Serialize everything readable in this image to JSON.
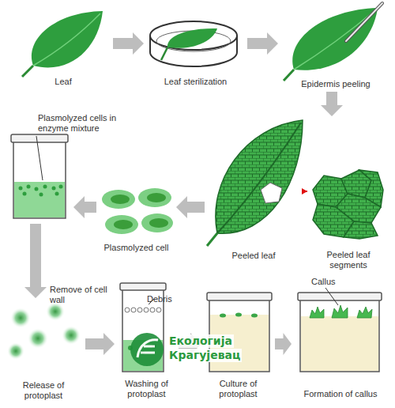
{
  "diagram": {
    "nodes": [
      {
        "text": [
          "Leaf"
        ]
      },
      {
        "text": [
          "Leaf sterilization"
        ]
      },
      {
        "text": [
          "Epidermis peeling"
        ]
      },
      {
        "text": [
          "Peeled leaf"
        ]
      },
      {
        "text": [
          "Peeled leaf segments"
        ]
      },
      {
        "text": [
          "Plasmolyzed cell"
        ]
      },
      {
        "text": [
          "Plasmolyzed cells in enzyme mixture"
        ]
      },
      {
        "text": [
          "Remove of cell wall",
          "Release of protoplast"
        ]
      },
      {
        "text": [
          "Debris",
          "Washing of protoplast"
        ]
      },
      {
        "text": [
          "Culture of protoplast"
        ]
      },
      {
        "text": [
          "Callus",
          "Formation of callus"
        ]
      }
    ],
    "edges": [
      {
        "from": 0,
        "to": 1,
        "arrow": "to"
      },
      {
        "from": 1,
        "to": 2,
        "arrow": "to"
      },
      {
        "from": 2,
        "to": 3,
        "arrow": "to"
      },
      {
        "from": 3,
        "to": 4,
        "arrow": "to"
      },
      {
        "from": 3,
        "to": 5,
        "arrow": "to"
      },
      {
        "from": 5,
        "to": 6,
        "arrow": "to"
      },
      {
        "from": 6,
        "to": 7,
        "arrow": "to"
      },
      {
        "from": 7,
        "to": 8,
        "arrow": "to"
      },
      {
        "from": 8,
        "to": 9,
        "arrow": "to"
      },
      {
        "from": 9,
        "to": 10,
        "arrow": "to"
      }
    ],
    "labels": [
      "Екологија",
      "Крагујевац"
    ]
  }
}
